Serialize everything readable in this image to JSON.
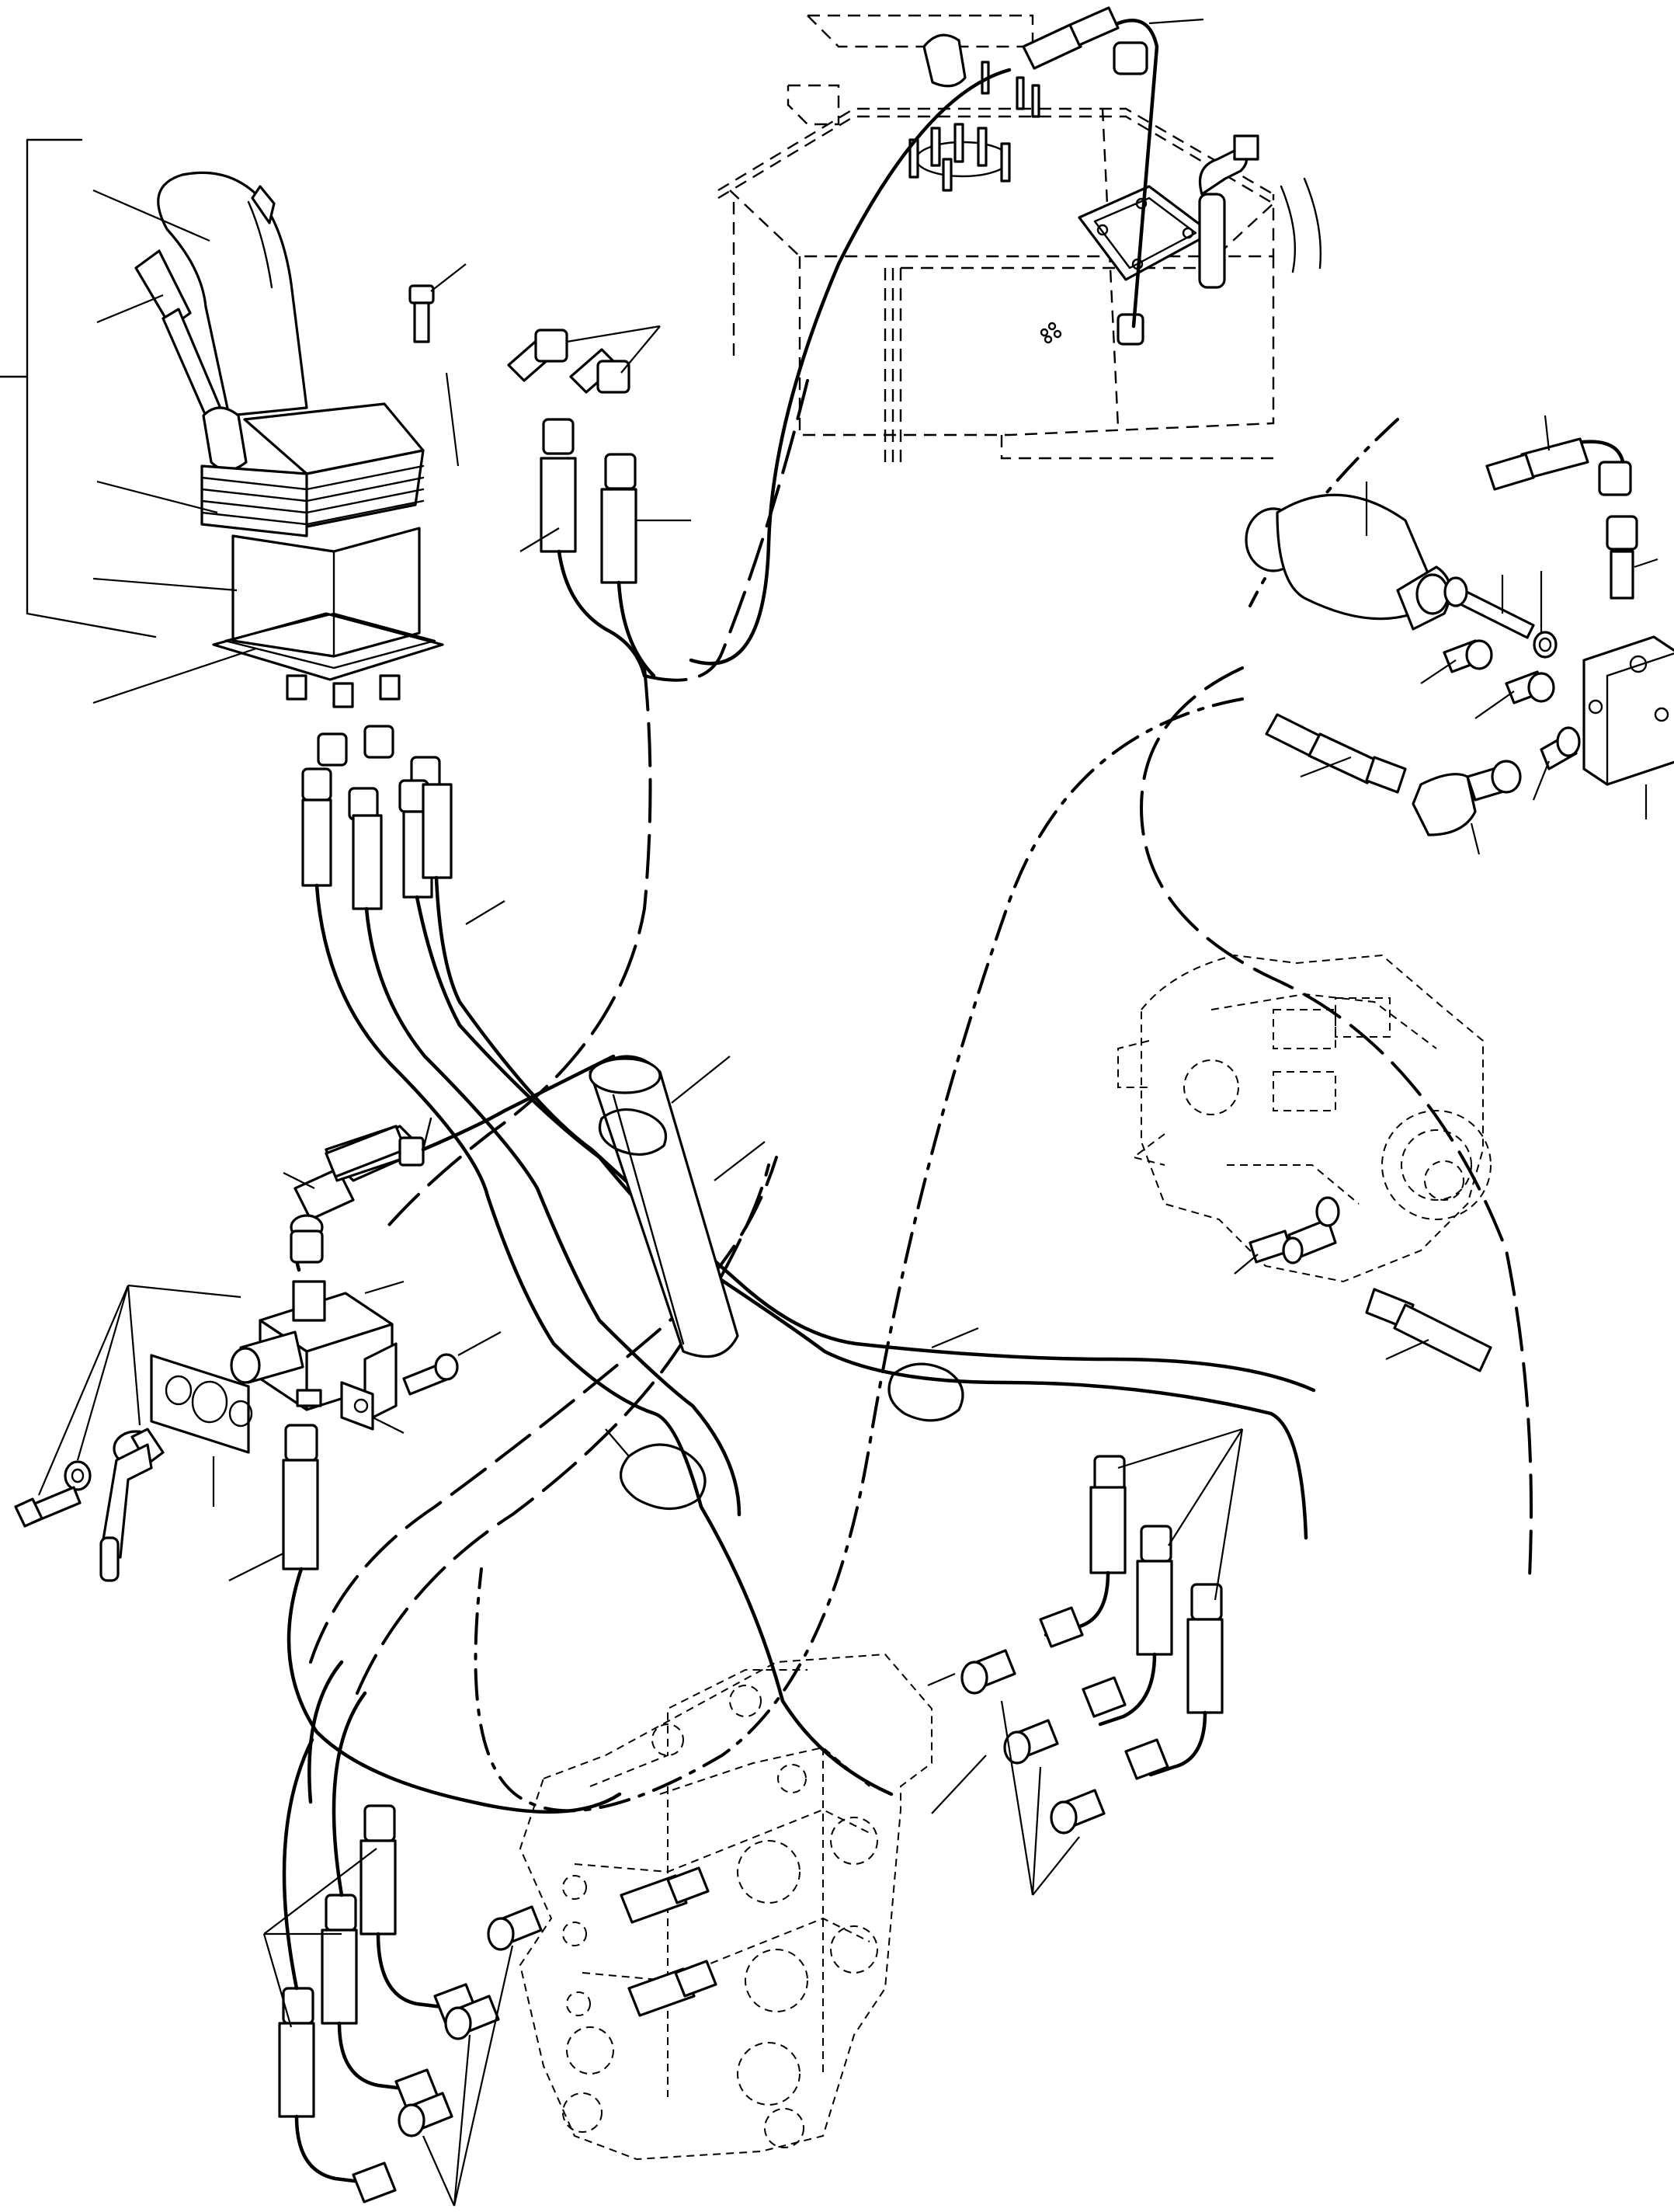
{
  "diagram": {
    "components": [
      {
        "id": "joystick",
        "icon": "joystick-lever-icon"
      },
      {
        "id": "hydraulic-tank",
        "icon": "tank-icon"
      },
      {
        "id": "accumulator",
        "icon": "accumulator-icon"
      },
      {
        "id": "pump",
        "icon": "pump-icon"
      },
      {
        "id": "control-valve",
        "icon": "valve-block-icon"
      },
      {
        "id": "manual-valve",
        "icon": "tap-valve-icon"
      },
      {
        "id": "sleeve",
        "icon": "sleeve-icon"
      },
      {
        "id": "clamps",
        "icon": "hose-clamp-icon"
      }
    ]
  }
}
